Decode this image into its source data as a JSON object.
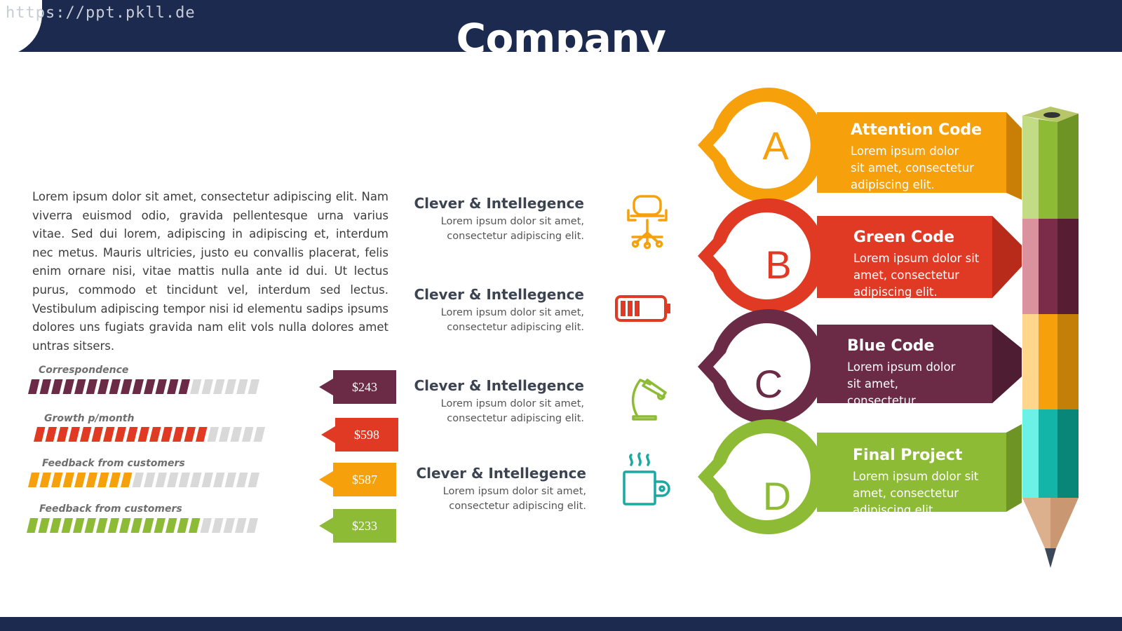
{
  "header": {
    "watermark": "https://ppt.pkll.de",
    "title": "Company Presentation"
  },
  "intro": {
    "text": "Lorem ipsum dolor sit amet, consectetur adipiscing elit. Nam viverra euismod odio, gravida pellentesque urna varius vitae. Sed dui lorem, adipiscing in adipiscing et, interdum nec metus. Mauris ultricies, justo eu convallis placerat, felis enim ornare nisi, vitae mattis nulla ante id dui. Ut lectus purus, commodo et tincidunt vel, interdum sed lectus. Vestibulum adipiscing tempor nisi id elementu sadips ipsums dolores uns fugiats gravida nam elit vols nulla dolores amet untras sitsers."
  },
  "metrics": [
    {
      "label": "Correspondence",
      "value": "$243",
      "fill_fraction": 0.7,
      "color": "#6b2a45"
    },
    {
      "label": "Growth p/month",
      "value": "$598",
      "fill_fraction": 0.75,
      "color": "#e03a24"
    },
    {
      "label": "Feedback from customers",
      "value": "$587",
      "fill_fraction": 0.46,
      "color": "#f6a00c"
    },
    {
      "label": "Feedback from customers",
      "value": "$233",
      "fill_fraction": 0.75,
      "color": "#8dbb35"
    }
  ],
  "features": [
    {
      "title": "Clever & Intellegence",
      "line1": "Lorem ipsum dolor sit amet,",
      "line2": "consectetur adipiscing elit.",
      "icon": "office-chair-icon",
      "color": "#f6a00c"
    },
    {
      "title": "Clever & Intellegence",
      "line1": "Lorem ipsum dolor sit amet,",
      "line2": "consectetur adipiscing elit.",
      "icon": "battery-icon",
      "color": "#e03a24"
    },
    {
      "title": "Clever & Intellegence",
      "line1": "Lorem ipsum dolor sit amet,",
      "line2": "consectetur adipiscing elit.",
      "icon": "desk-lamp-icon",
      "color": "#8dbb35"
    },
    {
      "title": "Clever & Intellegence",
      "line1": "Lorem ipsum dolor sit amet,",
      "line2": "consectetur adipiscing elit.",
      "icon": "coffee-mug-icon",
      "color": "#1aa9a0"
    }
  ],
  "codes": [
    {
      "letter": "A",
      "title": "Attention Code",
      "line1": "Lorem ipsum dolor",
      "line2": "sit amet, consectetur",
      "line3": "adipiscing elit.",
      "color": "#f6a00c"
    },
    {
      "letter": "B",
      "title": "Green Code",
      "line1": "Lorem ipsum dolor sit",
      "line2": "amet, consectetur",
      "line3": "adipiscing elit.",
      "color": "#e03a24"
    },
    {
      "letter": "C",
      "title": "Blue Code",
      "line1": "Lorem ipsum dolor",
      "line2": "sit amet,",
      "line3": "consectetur",
      "color": "#6b2a45"
    },
    {
      "letter": "D",
      "title": "Final Project",
      "line1": "Lorem ipsum dolor sit",
      "line2": "amet, consectetur",
      "line3": "adipiscing elit.",
      "color": "#8dbb35"
    }
  ]
}
